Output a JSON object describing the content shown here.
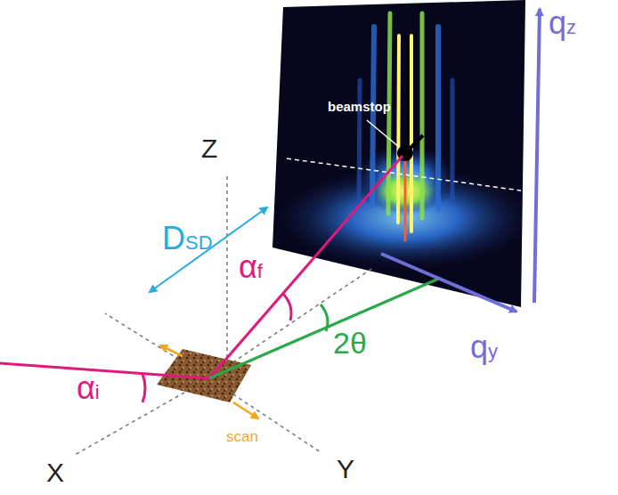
{
  "diagram": {
    "labels": [
      "qz",
      "beamstop",
      "DSD",
      "αf",
      "2θ",
      "qy",
      "Z",
      "αi",
      "scan",
      "X",
      "Y"
    ]
  }
}
